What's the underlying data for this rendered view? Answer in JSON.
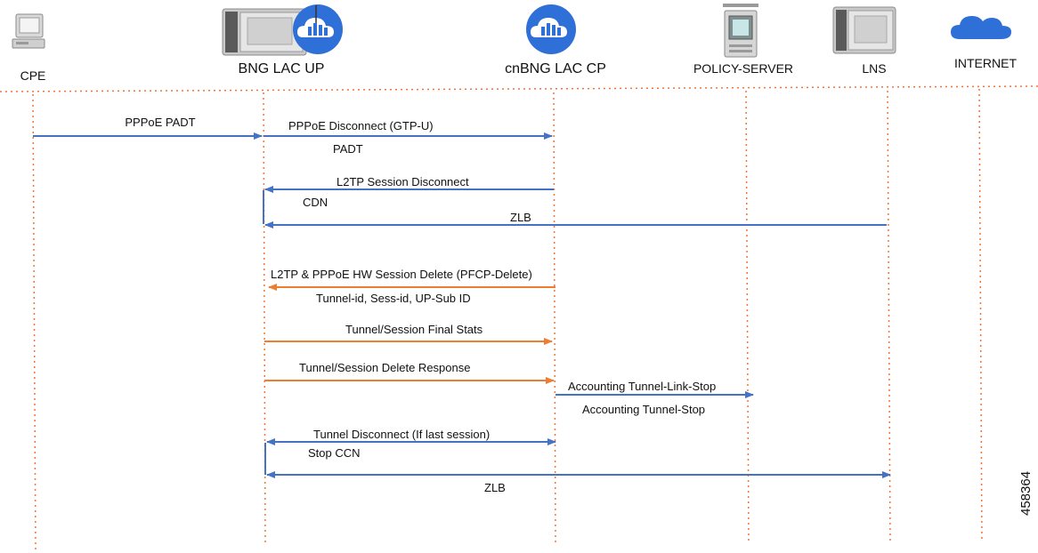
{
  "colors": {
    "blue_arrow": "#4472c4",
    "orange_arrow": "#ed7d31",
    "lifeline": "#e8793a",
    "cloud_blue": "#2e6fd8"
  },
  "participants": [
    {
      "id": "cpe",
      "label": "CPE",
      "icon": "computer-icon"
    },
    {
      "id": "bng-up",
      "label": "BNG LAC UP",
      "icon": "router-chassis-with-cloud-icon"
    },
    {
      "id": "cnbng-cp",
      "label": "cnBNG LAC CP",
      "icon": "cloud-server-icon"
    },
    {
      "id": "policy",
      "label": "POLICY-SERVER",
      "icon": "server-icon"
    },
    {
      "id": "lns",
      "label": "LNS",
      "icon": "router-chassis-icon"
    },
    {
      "id": "internet",
      "label": "INTERNET",
      "icon": "cloud-icon"
    }
  ],
  "messages": [
    {
      "label": "PPPoE PADT"
    },
    {
      "label": "PPPoE Disconnect (GTP-U)"
    },
    {
      "label": "PADT"
    },
    {
      "label": "L2TP Session Disconnect"
    },
    {
      "label": "CDN"
    },
    {
      "label": "ZLB"
    },
    {
      "label": "L2TP & PPPoE HW Session Delete (PFCP-Delete)"
    },
    {
      "label": "Tunnel-id, Sess-id, UP-Sub ID"
    },
    {
      "label": "Tunnel/Session Final  Stats"
    },
    {
      "label": "Tunnel/Session Delete Response"
    },
    {
      "label": "Accounting Tunnel-Link-Stop"
    },
    {
      "label": "Accounting Tunnel-Stop"
    },
    {
      "label": "Tunnel Disconnect (If last session)"
    },
    {
      "label": "Stop CCN"
    },
    {
      "label": "ZLB"
    }
  ],
  "figure_id": "458364"
}
